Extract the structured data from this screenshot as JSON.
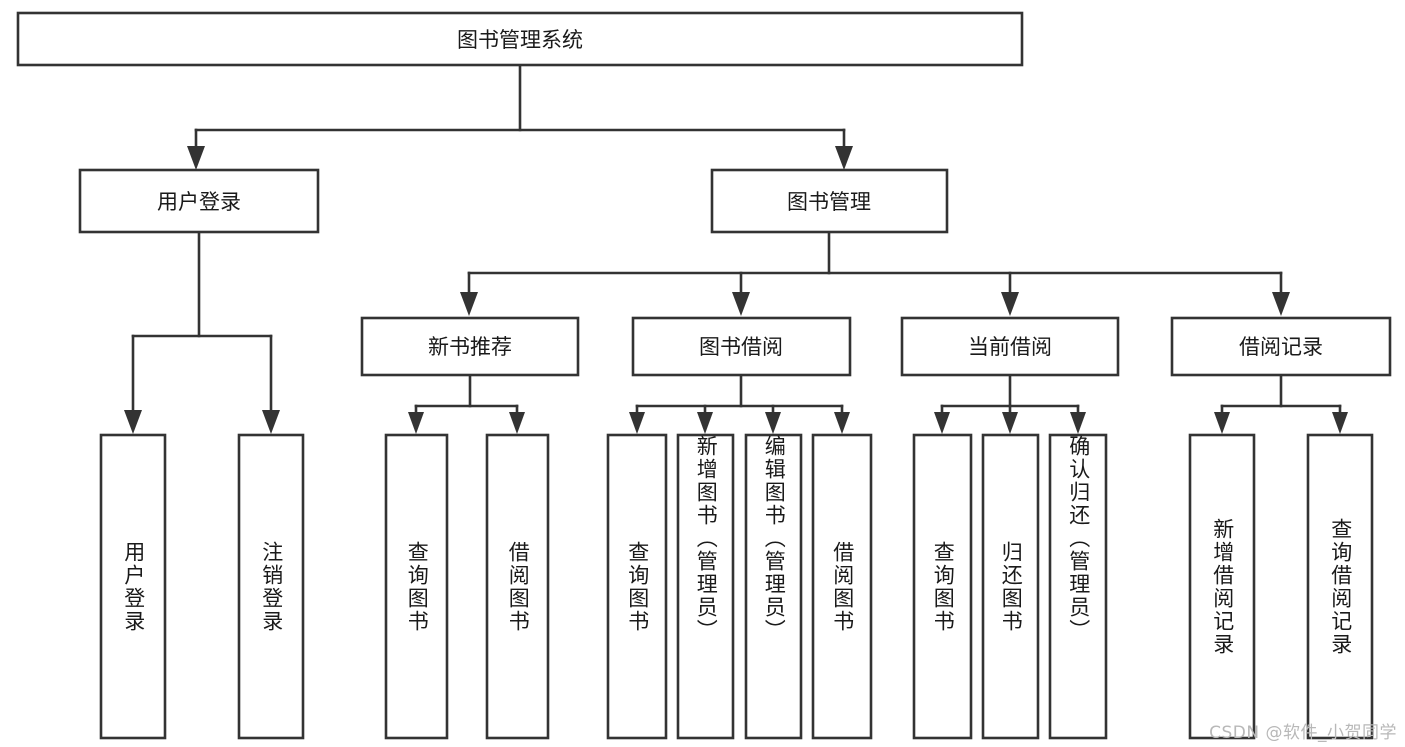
{
  "diagram": {
    "type": "tree-hierarchy",
    "title": "图书管理系统",
    "colors": {
      "stroke": "#333333",
      "box_fill": "#ffffff",
      "text": "#1a1a1a",
      "background": "#ffffff",
      "watermark": "#b8b8b8"
    },
    "root": {
      "label": "图书管理系统"
    },
    "level2": [
      {
        "label": "用户登录"
      },
      {
        "label": "图书管理"
      }
    ],
    "level3": [
      {
        "label": "新书推荐"
      },
      {
        "label": "图书借阅"
      },
      {
        "label": "当前借阅"
      },
      {
        "label": "借阅记录"
      }
    ],
    "leaves_user_login": [
      {
        "label": "用户登录"
      },
      {
        "label": "注销登录"
      }
    ],
    "leaves_new_book": [
      {
        "label": "查询图书"
      },
      {
        "label": "借阅图书"
      }
    ],
    "leaves_borrow": [
      {
        "label": "查询图书"
      },
      {
        "label": "新增图书（管理员）"
      },
      {
        "label": "编辑图书（管理员）"
      },
      {
        "label": "借阅图书"
      }
    ],
    "leaves_current": [
      {
        "label": "查询图书"
      },
      {
        "label": "归还图书"
      },
      {
        "label": "确认归还（管理员）"
      }
    ],
    "leaves_record": [
      {
        "label": "新增借阅记录"
      },
      {
        "label": "查询借阅记录"
      }
    ]
  },
  "watermark": {
    "text": "CSDN @软件_小贺同学"
  }
}
